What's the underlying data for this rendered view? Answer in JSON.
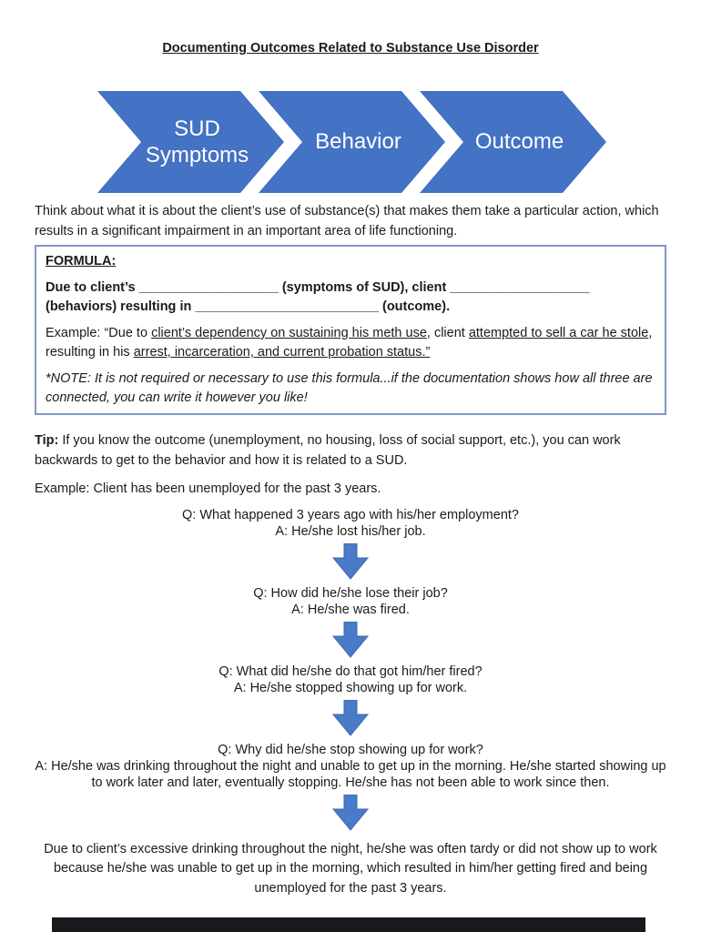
{
  "title": "Documenting Outcomes Related to Substance Use Disorder",
  "diagram": {
    "steps": [
      "SUD Symptoms",
      "Behavior",
      "Outcome"
    ],
    "chevron_color": "#4472C4",
    "text_color": "#ffffff"
  },
  "intro": "Think about what it is about the client’s use of substance(s) that makes them take a particular action, which results in a significant impairment in an important area of life functioning.",
  "formula_box": {
    "heading": "FORMULA:",
    "formula_line": "Due to client’s ___________________ (symptoms of SUD), client ___________________ (behaviors) resulting in _________________________ (outcome).",
    "example": {
      "prefix": "Example: “Due to ",
      "underline1": "client’s dependency on sustaining his meth use",
      "mid1": ", client ",
      "underline2": "attempted to sell a car he stole",
      "mid2": ", resulting in his ",
      "underline3": "arrest, incarceration, and current probation status.”"
    },
    "note": "*NOTE: It is not required or necessary to use this formula...if the documentation shows how all three are connected, you can write it however you like!"
  },
  "tip": {
    "label": "Tip:",
    "text": " If you know the outcome (unemployment, no housing, loss of social support, etc.), you can work backwards to get to the behavior and how it is related to a SUD."
  },
  "example_line": "Example: Client has been unemployed for the past 3 years.",
  "qa": [
    {
      "q": "Q: What happened 3 years ago with his/her employment?",
      "a": "A: He/she lost his/her job."
    },
    {
      "q": "Q: How did he/she lose their job?",
      "a": "A: He/she was fired."
    },
    {
      "q": "Q: What did he/she do that got him/her fired?",
      "a": "A: He/she stopped showing up for work."
    },
    {
      "q": "Q: Why did he/she stop showing up for work?",
      "a": "A: He/she was drinking throughout the night and unable to get up in the morning. He/she started showing up to work later and later, eventually stopping. He/she has not been able to work since then."
    }
  ],
  "conclusion": "Due to client’s excessive drinking throughout the night, he/she was often tardy or did not show up to work because he/she was unable to get up in the morning, which resulted in him/her getting fired and being unemployed for the past 3 years.",
  "icons": {
    "down_arrow_fill": "#4a7bc9",
    "down_arrow_stroke": "#3a66ad"
  }
}
